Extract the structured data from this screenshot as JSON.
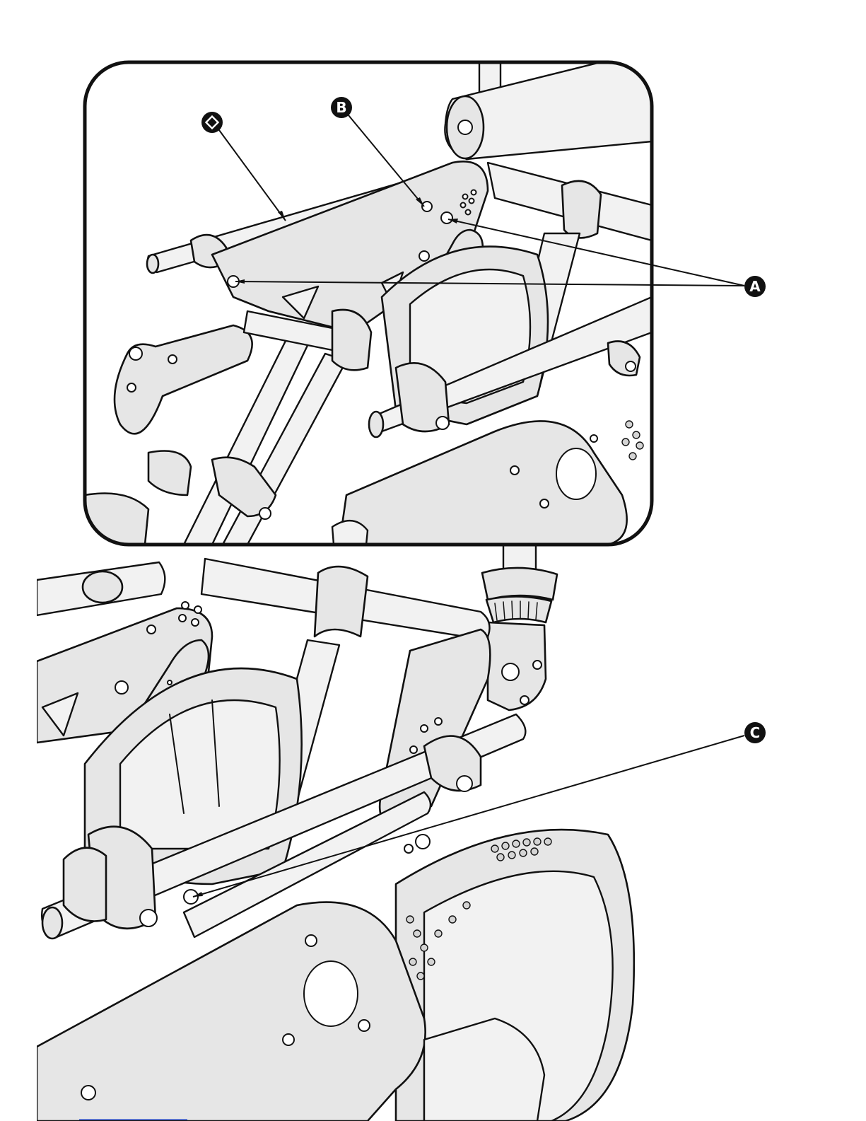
{
  "callouts": [
    {
      "id": "diamond",
      "label": "",
      "symbol": "diamond-symbol"
    },
    {
      "id": "B",
      "label": "B"
    },
    {
      "id": "A",
      "label": "A"
    },
    {
      "id": "C",
      "label": "C"
    }
  ],
  "colors": {
    "ink": "#111111",
    "part_fill": "#e6e6e6",
    "part_highlight": "#f2f2f2",
    "paper": "#ffffff",
    "callout_fill": "#111111",
    "footer_rule": "#3355cc"
  }
}
